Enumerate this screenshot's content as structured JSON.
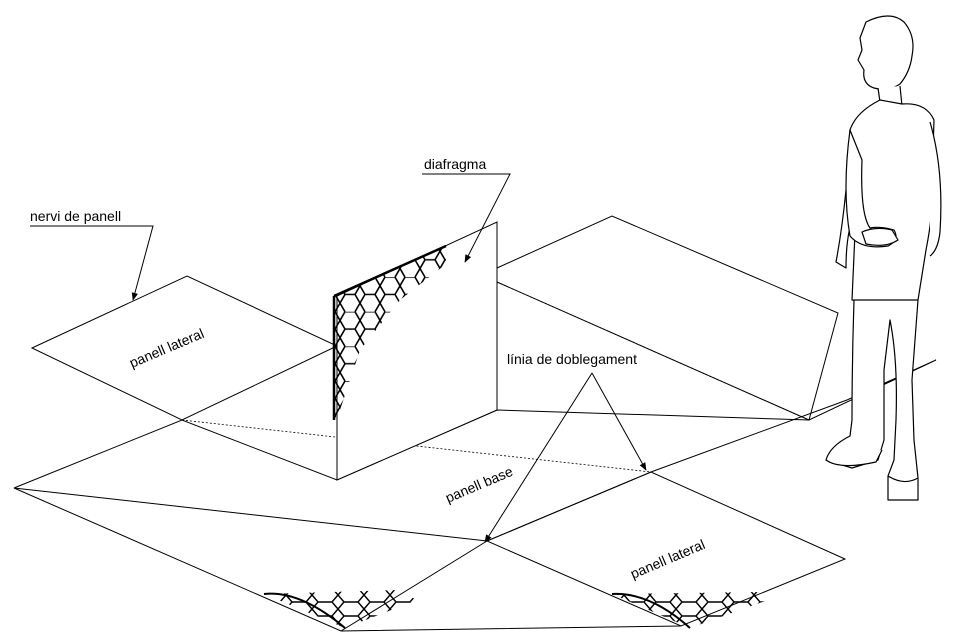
{
  "labels": {
    "rib": "nervi de panell",
    "diaphragm": "diafragma",
    "side_panel_left": "panell lateral",
    "fold_line": "línia de doblegament",
    "base_panel": "panell base",
    "side_panel_right": "panell lateral"
  },
  "colors": {
    "line": "#000000",
    "background": "#ffffff"
  },
  "icons": {
    "figure": "standing-person-icon",
    "mesh": "hexagonal-wire-mesh"
  }
}
